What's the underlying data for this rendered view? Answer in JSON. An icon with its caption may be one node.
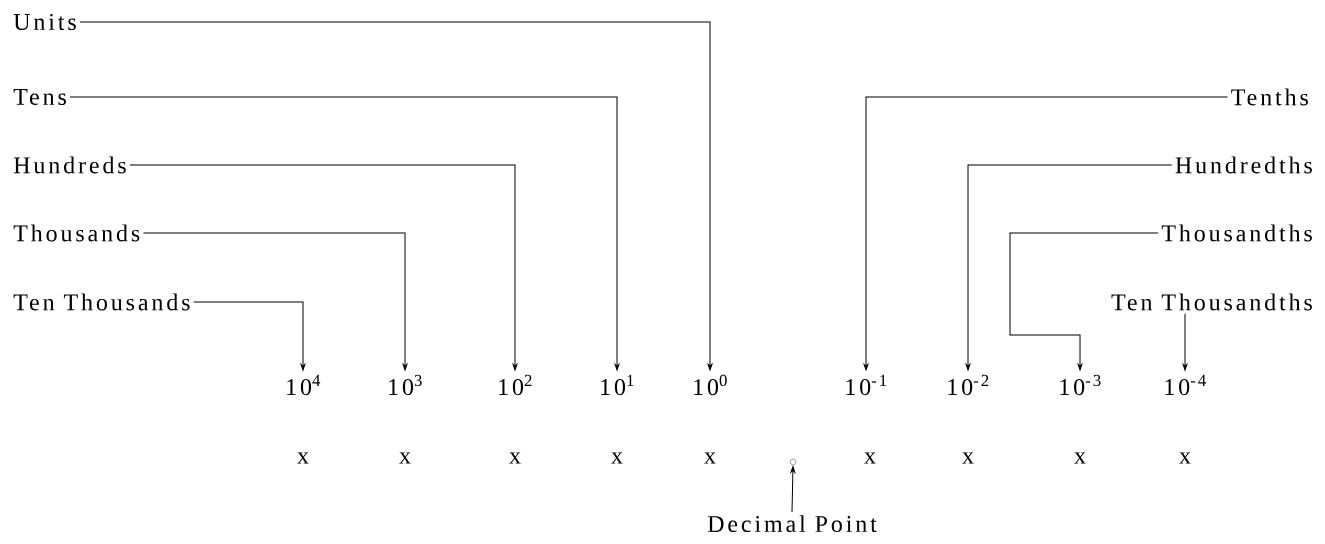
{
  "diagram": {
    "nodes": [
      {
        "text": [
          "Units"
        ]
      },
      {
        "text": [
          "Tens"
        ]
      },
      {
        "text": [
          "Tenths"
        ]
      },
      {
        "text": [
          "Hundreds"
        ]
      },
      {
        "text": [
          "Hundredths"
        ]
      },
      {
        "text": [
          "Thousands"
        ]
      },
      {
        "text": [
          "Thousandths"
        ]
      },
      {
        "text": [
          "Ten Thousands"
        ]
      },
      {
        "text": [
          "Ten Thousandths"
        ]
      },
      {
        "text": [
          "10$^{4}$"
        ]
      },
      {
        "text": [
          "10$^{3}$"
        ]
      },
      {
        "text": [
          "10$^{2}$"
        ]
      },
      {
        "text": [
          "10$^{1}$"
        ]
      },
      {
        "text": [
          "10$^{0}$"
        ]
      },
      {
        "text": [
          "10$^{-1}$"
        ]
      },
      {
        "text": [
          "10$^{-2}$"
        ]
      },
      {
        "text": [
          "10$^{-3}$"
        ]
      },
      {
        "text": [
          "10$^{-4}$"
        ]
      },
      {
        "text": [],
        "shape": "circle"
      },
      {
        "text": [
          "Decimal Point"
        ]
      }
    ],
    "edges": [
      {
        "from": 0,
        "to": 13,
        "arrow": "to"
      },
      {
        "from": 1,
        "to": 12,
        "arrow": "to"
      },
      {
        "from": 2,
        "to": 14,
        "arrow": "to"
      },
      {
        "from": 3,
        "to": 11,
        "arrow": "to"
      },
      {
        "from": 4,
        "to": 15,
        "arrow": "to"
      },
      {
        "from": 5,
        "to": 10,
        "arrow": "to"
      },
      {
        "from": 6,
        "to": 16,
        "arrow": "to"
      },
      {
        "from": 7,
        "to": 9,
        "arrow": "to"
      },
      {
        "from": 8,
        "to": 17,
        "arrow": "to"
      },
      {
        "from": 19,
        "to": 18,
        "arrow": "to"
      }
    ],
    "labels": [
      "x",
      "x",
      "x",
      "x",
      "x",
      "x",
      "x",
      "x",
      "x"
    ]
  }
}
